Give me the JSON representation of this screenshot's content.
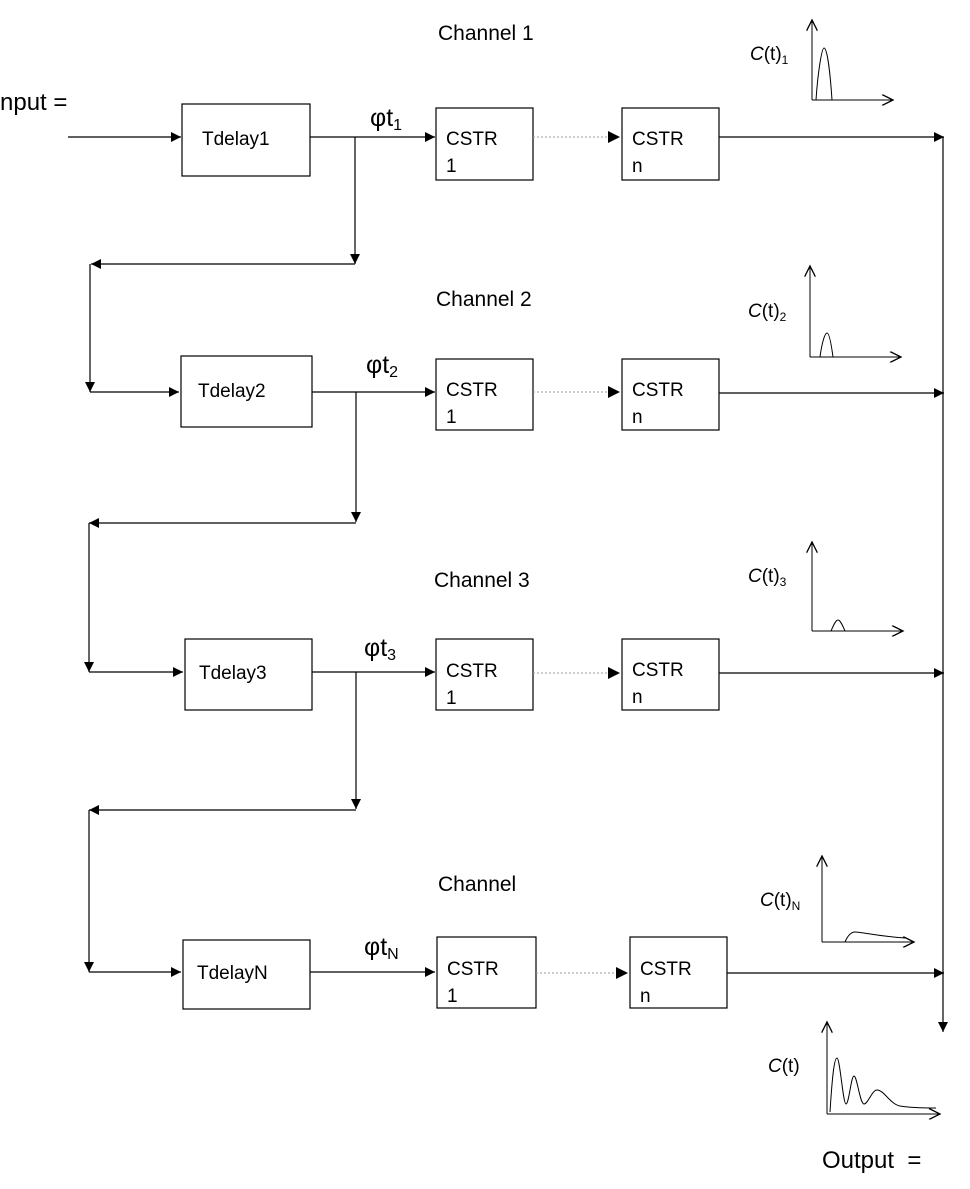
{
  "input_label": "nput =",
  "output_label": "Output  =",
  "channels": [
    {
      "name": "Channel 1",
      "delay": "Tdelay1",
      "phi": "φt",
      "sub": "1",
      "c1a": "CSTR",
      "c1b": "1",
      "cna": "CSTR",
      "cnb": "n",
      "curve_label": "C",
      "curve_arg": "(t)",
      "curve_sub": "1"
    },
    {
      "name": "Channel 2",
      "delay": "Tdelay2",
      "phi": "φt",
      "sub": "2",
      "c1a": "CSTR",
      "c1b": "1",
      "cna": "CSTR",
      "cnb": "n",
      "curve_label": "C",
      "curve_arg": "(t)",
      "curve_sub": "2"
    },
    {
      "name": "Channel 3",
      "delay": "Tdelay3",
      "phi": "φt",
      "sub": "3",
      "c1a": "CSTR",
      "c1b": "1",
      "cna": "CSTR",
      "cnb": "n",
      "curve_label": "C",
      "curve_arg": "(t)",
      "curve_sub": "3"
    },
    {
      "name": "Channel",
      "delay": "TdelayN",
      "phi": "φt",
      "sub": "N",
      "c1a": "CSTR",
      "c1b": "1",
      "cna": "CSTR",
      "cnb": "n",
      "curve_label": "C",
      "curve_arg": "(t)",
      "curve_sub": "N"
    }
  ],
  "output_curve": {
    "label": "C",
    "arg": "(t)"
  }
}
